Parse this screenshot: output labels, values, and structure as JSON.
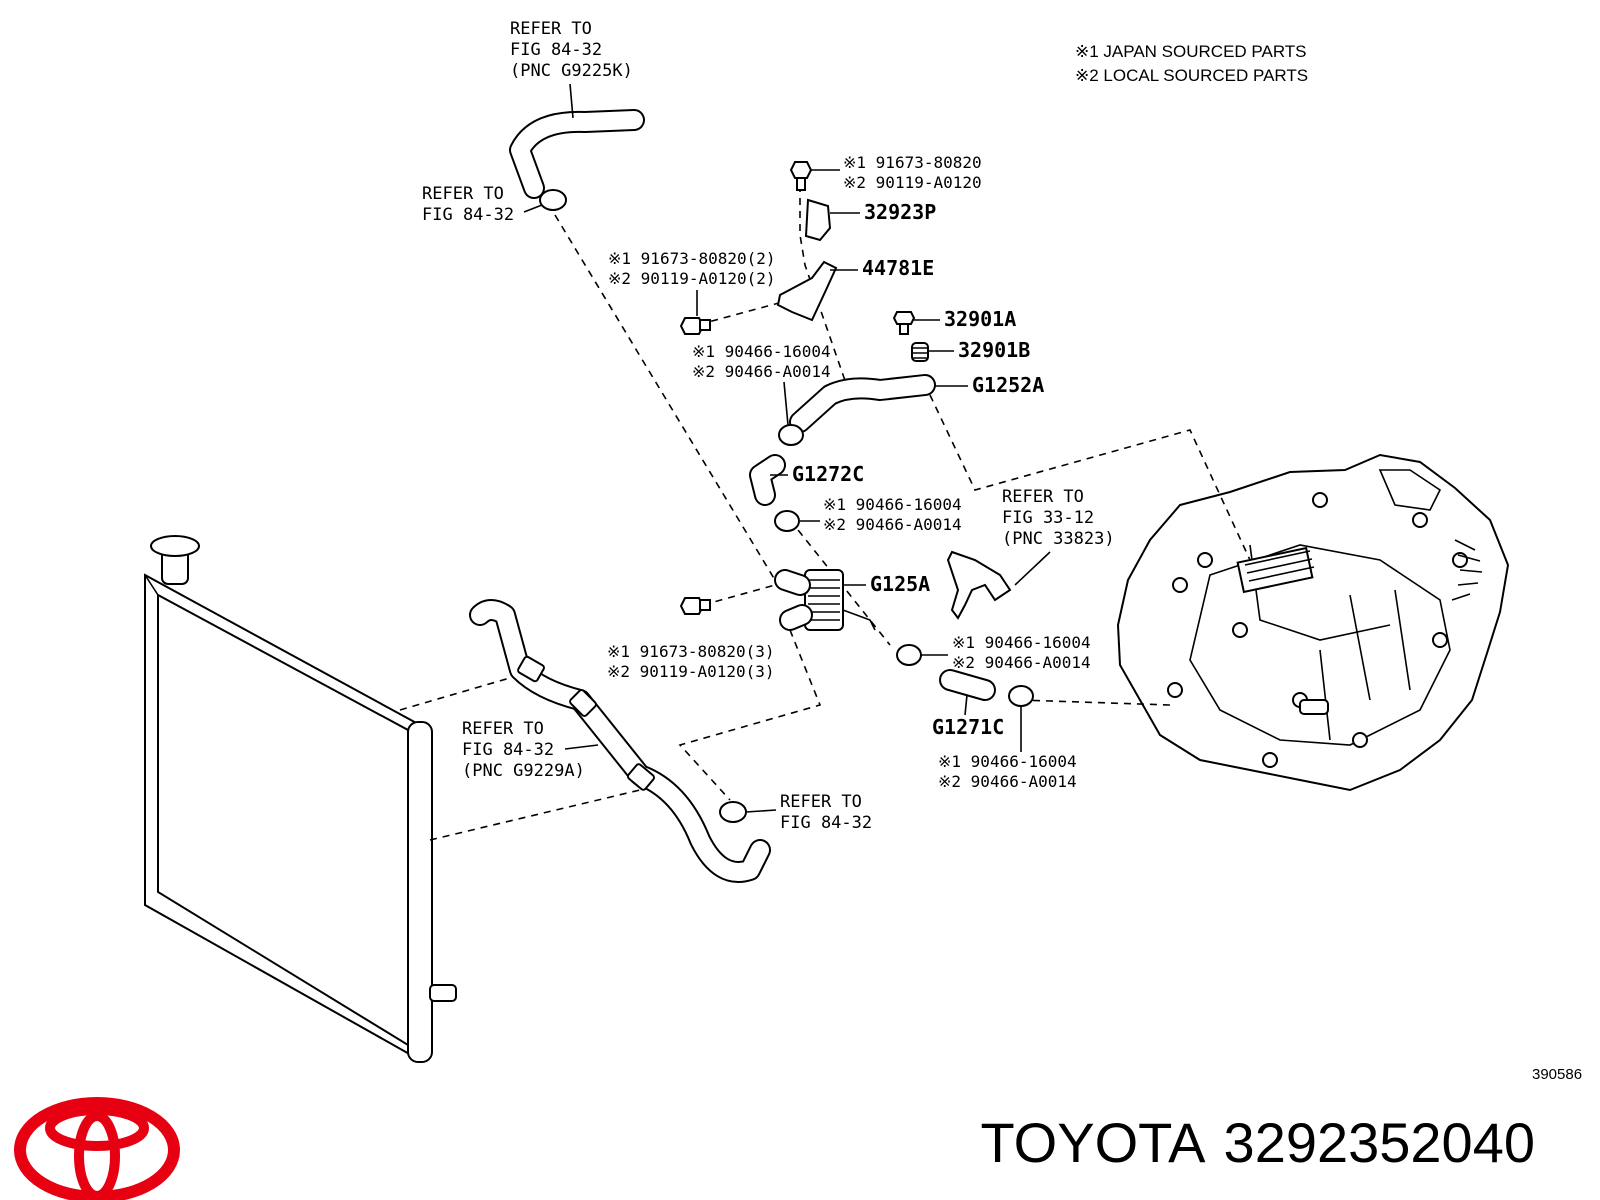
{
  "legend": [
    "※1 JAPAN SOURCED PARTS",
    "※2 LOCAL SOURCED PARTS"
  ],
  "refs": {
    "top": [
      "REFER TO",
      "FIG 84-32",
      "(PNC G9225K)"
    ],
    "upper_left": [
      "REFER TO",
      "FIG 84-32"
    ],
    "right": [
      "REFER TO",
      "FIG 33-12",
      "(PNC 33823)"
    ],
    "lower_hose": [
      "REFER TO",
      "FIG 84-32",
      "(PNC G9229A)"
    ],
    "lower_clamp": [
      "REFER TO",
      "FIG 84-32"
    ]
  },
  "callouts": {
    "bolt_top": [
      "※1 91673-80820",
      "※2 90119-A0120"
    ],
    "bolt_mid": [
      "※1 91673-80820(2)",
      "※2 90119-A0120(2)"
    ],
    "clamp_a": [
      "※1 90466-16004",
      "※2 90466-A0014"
    ],
    "clamp_b": [
      "※1 90466-16004",
      "※2 90466-A0014"
    ],
    "bolt_low": [
      "※1 91673-80820(3)",
      "※2 90119-A0120(3)"
    ],
    "clamp_c": [
      "※1 90466-16004",
      "※2 90466-A0014"
    ],
    "clamp_d": [
      "※1 90466-16004",
      "※2 90466-A0014"
    ]
  },
  "parts": {
    "p32923P": "32923P",
    "p44781E": "44781E",
    "p32901A": "32901A",
    "p32901B": "32901B",
    "pG1252A": "G1252A",
    "pG1272C": "G1272C",
    "pG125A": "G125A",
    "pG1271C": "G1271C"
  },
  "figure_code": "390586",
  "brand": {
    "name": "TOYOTA",
    "part_number": "3292352040",
    "logo_color": "#e60012"
  }
}
